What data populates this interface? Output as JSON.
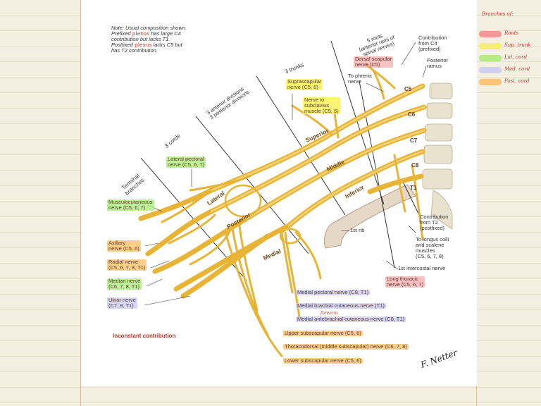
{
  "note": {
    "line1": "Note: Usual composition shown.",
    "line2a": "Prefixed ",
    "line2b": "plexus",
    "line2c": " has large C4",
    "line3": "contribution but lacks T1.",
    "line4a": "Postfixed ",
    "line4b": "plexus",
    "line4c": " lacks C5 but",
    "line5": "has T2 contribution."
  },
  "headers": {
    "roots": [
      "5 roots",
      "(anterior rami of",
      "spinal nerves)"
    ],
    "trunks": "3 trunks",
    "divisions": [
      "3 anterior divisions",
      "3 posterior divisions"
    ],
    "cords": "3 cords",
    "terminal": [
      "Terminal",
      "branches"
    ]
  },
  "trunk_labels": {
    "superior": "Superior",
    "middle": "Middle",
    "inferior": "Inferior"
  },
  "cord_labels": {
    "lateral": "Lateral",
    "posterior": "Posterior",
    "medial": "Medial"
  },
  "root_labels": [
    "C5",
    "C6",
    "C7",
    "C8",
    "T1"
  ],
  "labels": {
    "dorsal_scapular": [
      "Dorsal scapular",
      "nerve (C5)"
    ],
    "contribution_c4": [
      "Contribution",
      "from C4",
      "(prefixed)"
    ],
    "posterior_ramus": [
      "Posterior",
      "ramus"
    ],
    "to_phrenic": [
      "To phrenic",
      "nerve"
    ],
    "suprascapular": [
      "Suprascapular",
      "nerve (C5, 6)"
    ],
    "subclavius": [
      "Nerve to",
      "subclavius",
      "muscle (C5, 6)"
    ],
    "lateral_pectoral": [
      "Lateral pectoral",
      "nerve (C5, 6, 7)"
    ],
    "musculocutaneous": [
      "Musculocutaneous",
      "nerve (C5, 6, 7)"
    ],
    "axillary": [
      "Axillary",
      "nerve (C5, 6)"
    ],
    "radial": [
      "Radial nerve",
      "(C5, 6, 7, 8, T1)"
    ],
    "median": [
      "Median nerve",
      "(C6, 7, 8, T1)"
    ],
    "ulnar": [
      "Ulnar nerve",
      "(C7, 8, T1)"
    ],
    "first_rib": "1st rib",
    "contribution_t2": [
      "Contribution",
      "from T2",
      "(postfixed)"
    ],
    "longus": [
      "To longus colli",
      "and scalene",
      "muscles",
      "(C5, 6, 7, 8)"
    ],
    "first_intercostal": "1st intercostal nerve",
    "long_thoracic": [
      "Long thoracic",
      "nerve (C5, 6, 7)"
    ],
    "medial_pectoral": "Medial pectoral nerve (C8, T1)",
    "medial_brachial": "Medial brachial cutaneous nerve (T1)",
    "medial_antebrachial": "Medial antebrachial cutaneous nerve (C8, T1)",
    "upper_subscapular": "Upper subscapular nerve (C5, 6)",
    "thoracodorsal": "Thoracodorsal (middle subscapular) nerve (C6, 7, 8)",
    "lower_subscapular": "Lower subscapular nerve (C5, 6)",
    "inconstant": "Inconstant contribution",
    "handwritten_forearm": "forearm",
    "signature": "F. Netter"
  },
  "legend": {
    "title": "Branches of:",
    "items": [
      {
        "label": "Roots",
        "color": "#f59a9a"
      },
      {
        "label": "Sup. trunk",
        "color": "#f5ee70"
      },
      {
        "label": "Lat. cord",
        "color": "#b6ec86"
      },
      {
        "label": "Med. cord",
        "color": "#cfcff2"
      },
      {
        "label": "Post. cord",
        "color": "#f8c47a"
      }
    ]
  }
}
